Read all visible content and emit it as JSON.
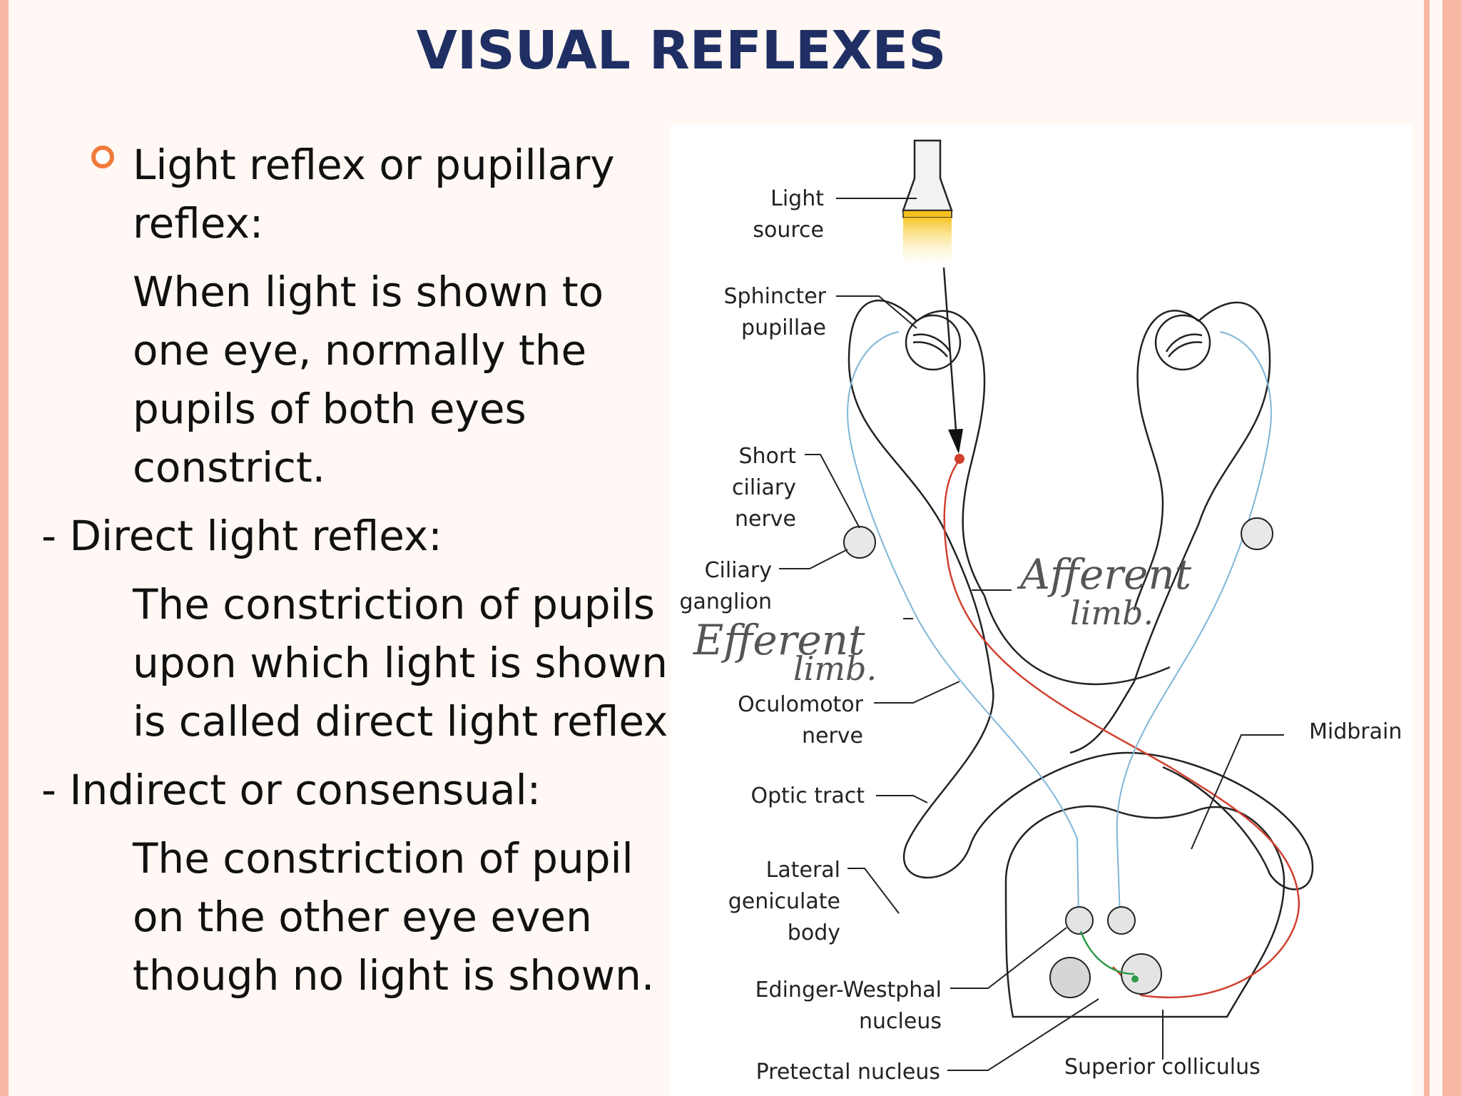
{
  "title": "VISUAL REFLEXES",
  "bullets": {
    "heading_lines": [
      "Light reflex or pupillary",
      "reflex:"
    ],
    "intro_lines": [
      "When light is shown to",
      "one eye, normally the",
      "pupils of both eyes",
      "constrict."
    ],
    "direct_heading": "- Direct light reflex:",
    "direct_lines": [
      "The constriction of pupils",
      "upon which light is shown",
      "is called direct light reflex."
    ],
    "indirect_heading": "- Indirect or consensual:",
    "indirect_lines": [
      "The constriction of pupil",
      "on the other eye even",
      "though no light is shown."
    ]
  },
  "diagram": {
    "labels": {
      "light_1": "Light",
      "light_2": "source",
      "sphincter_1": "Sphincter",
      "sphincter_2": "pupillae",
      "short_1": "Short",
      "short_2": "ciliary",
      "short_3": "nerve",
      "ciliary_1": "Ciliary",
      "ciliary_2": "ganglion",
      "oculomotor_1": "Oculomotor",
      "oculomotor_2": "nerve",
      "optic_tract": "Optic tract",
      "lateral_1": "Lateral",
      "lateral_2": "geniculate",
      "lateral_3": "body",
      "ew_1": "Edinger-Westphal",
      "ew_2": "nucleus",
      "pretectal": "Pretectal nucleus",
      "superior": "Superior colliculus",
      "midbrain": "Midbrain"
    },
    "handwritten": {
      "afferent_1": "Afferent",
      "afferent_2": "limb.",
      "efferent_1": "Efferent",
      "efferent_2": "limb."
    },
    "colors": {
      "outline": "#222222",
      "afferent_path": "#d0402e",
      "efferent_path": "#7fb6d8",
      "interneuron": "#2e9a4a",
      "light_beam": "#f6d03c"
    }
  }
}
